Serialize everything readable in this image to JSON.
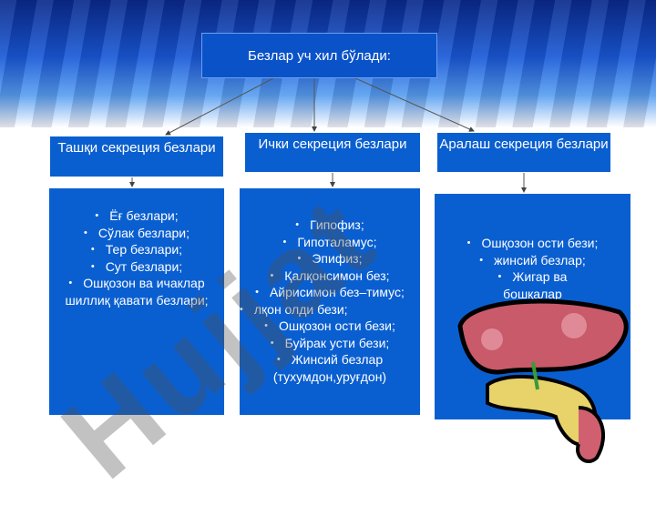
{
  "title": "Безлар уч хил бўлади:",
  "categories": [
    {
      "header": "Ташқи секреция безлари",
      "items": [
        "Ёғ безлари;",
        "Сўлак безлари;",
        "Тер безлари;",
        "Сут безлари;",
        "Ошқозон ва ичаклар шиллиқ қавати безлари;"
      ]
    },
    {
      "header": "Ички секреция безлари",
      "items": [
        "Гипофиз;",
        "Гипоталамус;",
        "Эпифиз;",
        "Қалқонсимон без;",
        "Айрисимон без–тимус;",
        "лқон олди бези;",
        "Ошқозон ости бези;",
        "Буйрак усти бези;",
        "Жинсий безлар (тухумдон,уруғдон)"
      ]
    },
    {
      "header": "Аралаш секреция безлари",
      "items": [
        "Ошқозон ости бези;",
        "жинсий безлар;",
        "Жигар ва бошқалар"
      ]
    }
  ],
  "watermark": "Hujjat"
}
